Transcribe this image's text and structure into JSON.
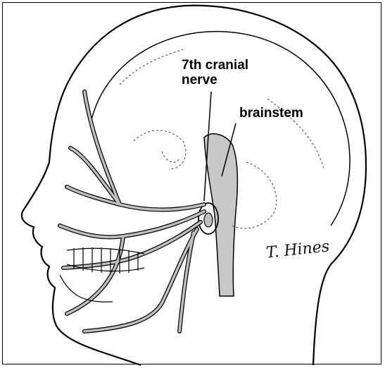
{
  "labels": {
    "cranial_nerve_line1": "7th cranial",
    "cranial_nerve_line2": "nerve",
    "brainstem": "brainstem"
  },
  "signature": "T. Hines",
  "colors": {
    "outline": "#000000",
    "nerve_fill": "#bfbfbf",
    "brainstem_fill": "#c8c8c8",
    "sketch_lines": "#444444"
  }
}
